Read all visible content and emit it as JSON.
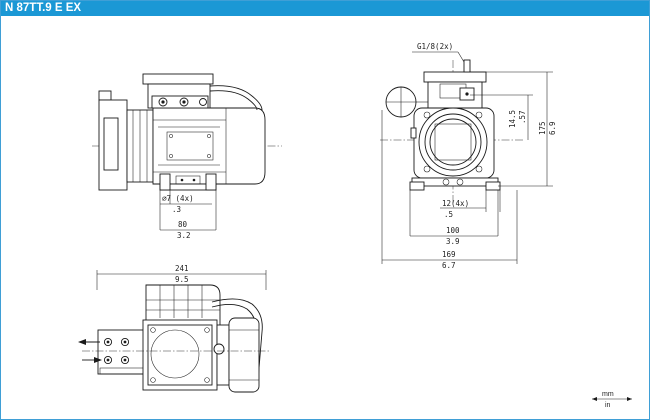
{
  "header": {
    "title": "N 87TT.9 E EX"
  },
  "dimensions": {
    "hole_dia_mm": "⌀7 (4x)",
    "hole_dia_in": ".3",
    "base_width_mm": "80",
    "base_width_in": "3.2",
    "thread": "G1/8(2x)",
    "height_mm": "175",
    "height_in": "6.9",
    "offset_mm": "14.5",
    "offset_in": ".57",
    "foot_slot_mm": "12(4x)",
    "foot_slot_in": ".5",
    "foot_spacing_mm": "100",
    "foot_spacing_in": "3.9",
    "total_width_mm": "169",
    "total_width_in": "6.7",
    "total_length_mm": "241",
    "total_length_in": "9.5"
  },
  "legend": {
    "mm": "mm",
    "in": "in"
  },
  "colors": {
    "header_bg": "#1b98d5",
    "border": "#3f9fd6",
    "lines": "#1a1a1a"
  }
}
